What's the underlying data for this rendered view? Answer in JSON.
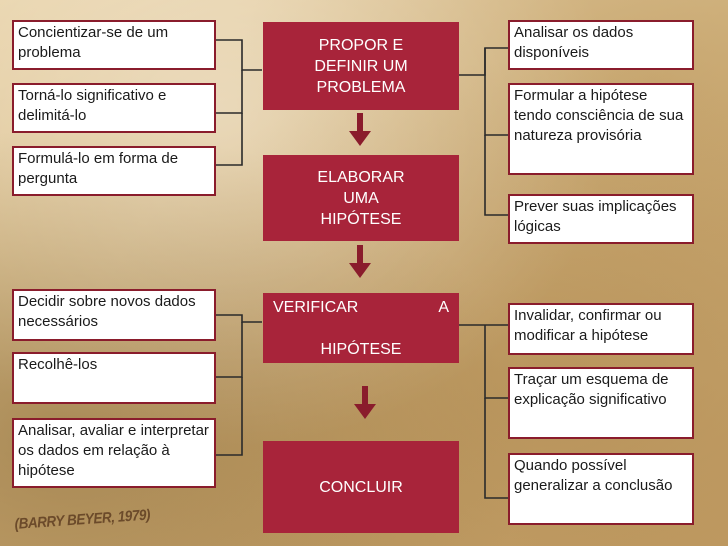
{
  "steps": [
    {
      "label": "PROPOR E\nDEFINIR UM\nPROBLEMA"
    },
    {
      "label": "ELABORAR\nUMA\nHIPÓTESE"
    },
    {
      "label_line1_left": "VERIFICAR",
      "label_line1_right": "A",
      "label_line2": "HIPÓTESE"
    },
    {
      "label": "CONCLUIR"
    }
  ],
  "left_notes": [
    "Concientizar-se de um problema",
    "Torná-lo significativo e delimitá-lo",
    "Formulá-lo em forma de pergunta",
    "Decidir sobre novos dados necessários",
    "Recolhê-los",
    "Analisar, avaliar e interpretar os dados em relação à hipótese"
  ],
  "right_notes": [
    "Analisar os dados disponíveis",
    "Formular a hipótese tendo consciência de sua natureza provisória",
    "Prever suas implicações lógicas",
    "Invalidar, confirmar ou modificar a hipótese",
    "Traçar um esquema de explicação significativo",
    "Quando possível generalizar a conclusão"
  ],
  "credit": "(BARRY BEYER, 1979)",
  "colors": {
    "step_fill": "#a8243a",
    "border": "#8a1c2c",
    "arrow": "#8a1c2c",
    "line": "#2a2a2a"
  }
}
